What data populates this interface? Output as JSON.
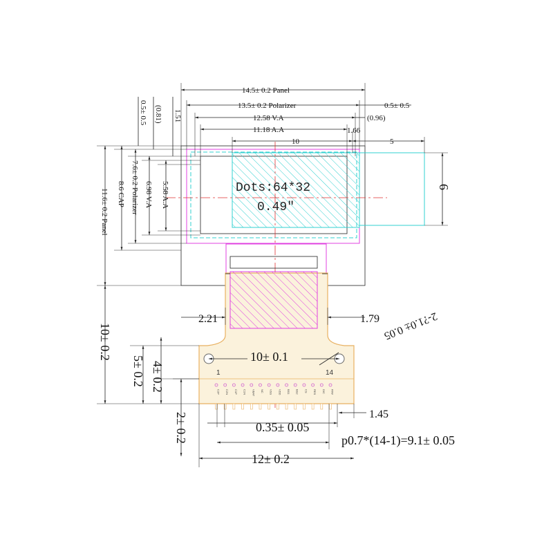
{
  "panel": {
    "dots_label": "Dots:64*32",
    "size_label": "0.49″"
  },
  "dims_top": {
    "panel_width": "14.5± 0.2 Panel",
    "polarizer_width": "13.5± 0.2 Polarizer",
    "va_width": "12.58 V.A",
    "aa_width": "11.18 A.A",
    "cyan_width": "10",
    "offset_top_right": "0.5± 0.5",
    "offset_096": "(0.96)",
    "offset_166": "1.66",
    "right_extension": "5"
  },
  "dims_left": {
    "offset_05": "0.5± 0.5",
    "offset_081": "(0.81)",
    "offset_151": "1.51",
    "panel_height": "11.6± 0.2 Panel",
    "cap_height": "8.6 CAP",
    "polarizer_height": "7.6± 0.2 Polarizer",
    "va_height": "6.98 V.A",
    "aa_height": "5.58 A.A"
  },
  "dims_right": {
    "cyan_height": "6"
  },
  "fpc": {
    "left_offset": "2.21",
    "right_offset": "1.79",
    "hole_spacing": "10± 0.1",
    "hole_note": "2-?1.0± 0.05",
    "total_length": "10± 0.2",
    "tail_5": "5± 0.2",
    "tail_4": "4± 0.2",
    "tail_2": "2± 0.2",
    "pin_first": "1",
    "pin_last": "14",
    "pad_width": "0.35± 0.05",
    "edge_offset": "1.45",
    "pitch_formula": "p0.7*(14-1)=9.1± 0.05",
    "fpc_width": "12± 0.2",
    "pin_names": [
      "C2P",
      "C2N",
      "C1P",
      "C1N",
      "VBAT",
      "NC",
      "VSS",
      "VDD",
      "BS1",
      "BS2",
      "CS",
      "RES",
      "D/C",
      "R/W"
    ]
  },
  "colors": {
    "outline": "#222222",
    "magenta": "#e040e0",
    "cyan": "#30d0d0",
    "red_center": "#e03030",
    "fpc_fill": "#fbf2dc",
    "fpc_stroke": "#e8b060",
    "pin_dot": "#d060d0"
  }
}
